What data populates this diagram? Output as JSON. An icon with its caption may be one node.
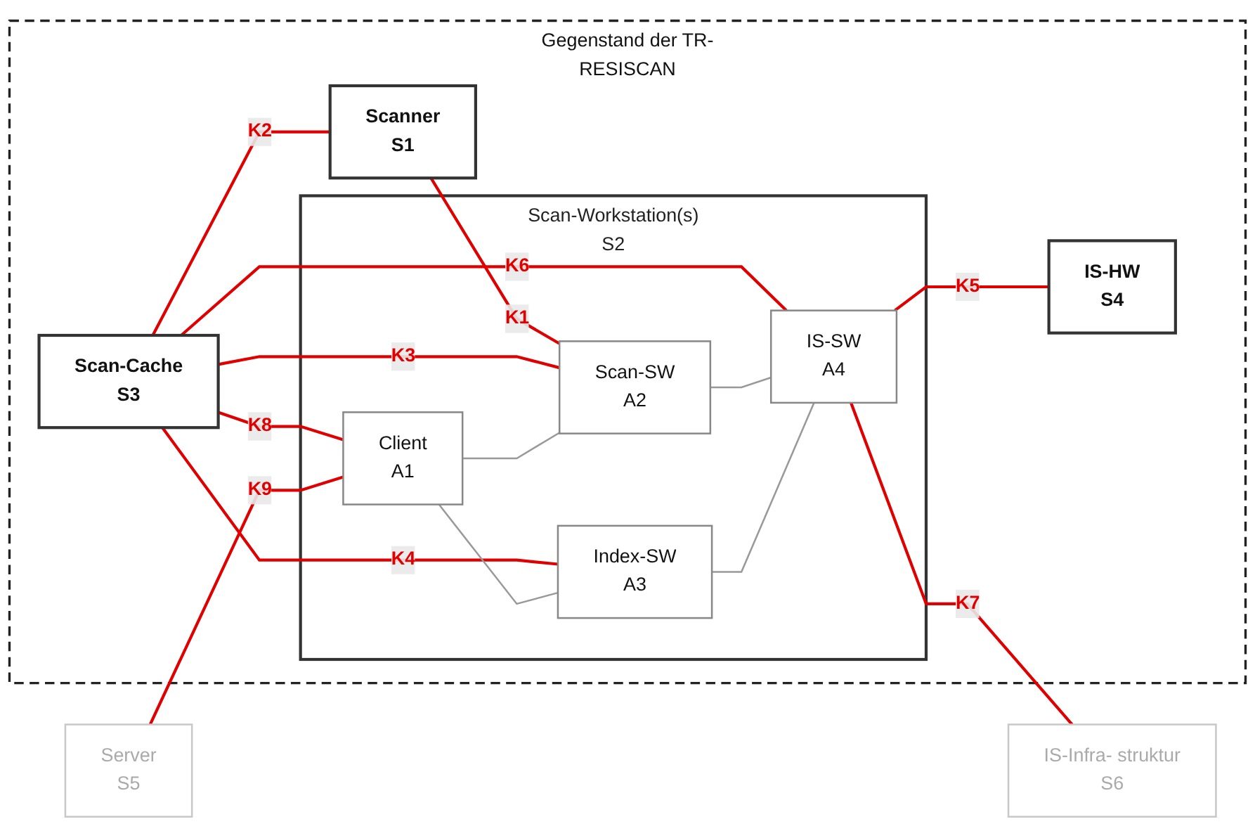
{
  "diagram": {
    "nodes": [
      {
        "text": [
          "Gegenstand der TR-RESISCAN"
        ]
      },
      {
        "text": [
          "Scan-Cache",
          "S3"
        ],
        "in": 0
      },
      {
        "text": [
          "Scanner",
          "S1"
        ],
        "in": 0
      },
      {
        "text": [
          "Scan-Workstation(s)",
          "S2"
        ],
        "in": 0
      },
      {
        "text": [
          "Client",
          "A1"
        ],
        "in": 3
      },
      {
        "text": [
          "Scan-SW",
          "A2"
        ],
        "in": 3
      },
      {
        "text": [
          "Index-SW",
          "A3"
        ],
        "in": 3
      },
      {
        "text": [
          "IS-SW",
          "A4"
        ],
        "in": 3
      },
      {
        "text": [
          "IS-HW",
          "S4"
        ],
        "in": 0
      },
      {
        "text": [
          "Server",
          "S5"
        ]
      },
      {
        "text": [
          "IS-Infra- struktur",
          "S6"
        ]
      }
    ],
    "edges": [
      {
        "from": 1,
        "to": 2,
        "arrow": "none",
        "label": "K2"
      },
      {
        "from": 2,
        "to": 5,
        "arrow": "none",
        "label": "K1"
      },
      {
        "from": 1,
        "to": 6,
        "arrow": "none",
        "label": "K4"
      },
      {
        "from": 1,
        "to": 5,
        "arrow": "none",
        "label": "K3"
      },
      {
        "from": 1,
        "to": 4,
        "arrow": "none",
        "label": "K8"
      },
      {
        "from": 1,
        "to": 7,
        "arrow": "none",
        "label": "K6"
      },
      {
        "from": 9,
        "to": 4,
        "arrow": "none",
        "label": "K9"
      },
      {
        "from": 4,
        "to": 5,
        "arrow": "none",
        "color": "#999999"
      },
      {
        "from": 4,
        "to": 6,
        "arrow": "none",
        "color": "#999999"
      },
      {
        "from": 5,
        "to": 7,
        "arrow": "none",
        "color": "#999999"
      },
      {
        "from": 6,
        "to": 7,
        "arrow": "none",
        "color": "#999999"
      },
      {
        "from": 7,
        "to": 10,
        "arrow": "none",
        "label": "K7"
      },
      {
        "from": 7,
        "to": 8,
        "arrow": "none",
        "label": "K5"
      }
    ]
  }
}
